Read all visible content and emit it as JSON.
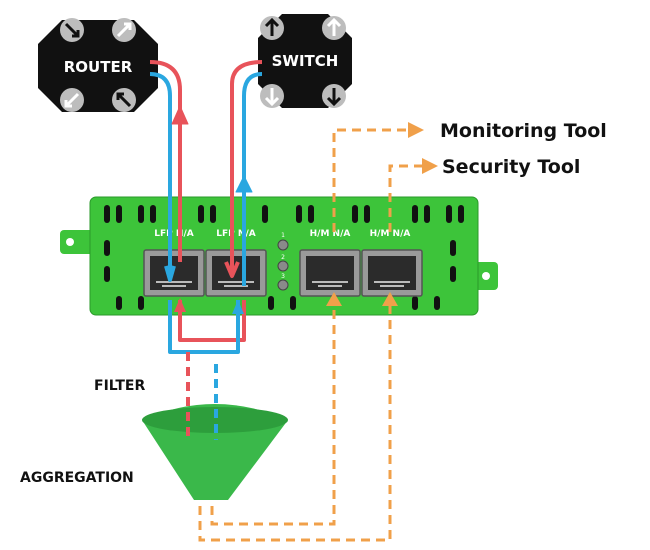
{
  "router": {
    "label": "ROUTER"
  },
  "switch": {
    "label": "SWITCH"
  },
  "tools": {
    "monitoring": "Monitoring Tool",
    "security": "Security Tool"
  },
  "labels": {
    "filter": "FILTER",
    "aggregation": "AGGREGATION"
  },
  "device": {
    "ports": [
      "LFP N/A",
      "LFP N/A",
      "H/M N/A",
      "H/M N/A"
    ],
    "leds": [
      "1",
      "2",
      "3"
    ]
  },
  "colors": {
    "board_green": "#3dc43a",
    "funnel_green": "#3ab84a",
    "red_link": "#e8535a",
    "blue_link": "#2aa7e0",
    "orange_link": "#f0a04a",
    "icon_black": "#111111"
  }
}
